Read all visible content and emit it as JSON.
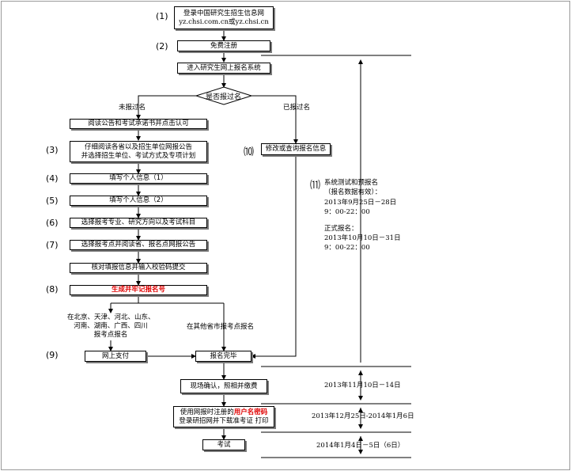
{
  "steps": {
    "n1": "(1)",
    "n2": "(2)",
    "n3": "(3)",
    "n4": "(4)",
    "n5": "(5)",
    "n6": "(6)",
    "n7": "(7)",
    "n8": "(8)",
    "n9": "(9)",
    "n10": "⑽",
    "n11": "⑾"
  },
  "nodes": {
    "login_line1": "登录中国研究生招生信息网",
    "login_line2": "yz.chsi.com.cn或yz.chsi.cn",
    "register": "免费注册",
    "enter_system": "进入研究生网上报名系统",
    "decision": "是否报过名",
    "branch_no": "未报过名",
    "branch_yes": "已报过名",
    "read_notice": "阅读公告和考试承诺书并点击认可",
    "read_detail_line1": "仔细阅读各省以及招生单位网报公告",
    "read_detail_line2": "并选择招生单位、考试方式及专项计划",
    "modify": "修改或查询报名信息",
    "fill1": "填写个人信息（1）",
    "fill2": "填写个人信息（2）",
    "choose_major": "选择报考专业、研究方向以及考试科目",
    "choose_site": "选择报考点并阅读省、报名点网报公告",
    "verify": "核对填报信息并输入校验码提交",
    "generate": "生成并牢记报名号",
    "region_line1": "在北京、天津、河北、山东、",
    "region_line2": "河南、湖南、广西、四川",
    "region_line3": "报考点报名",
    "other_region": "在其他省市报考点报名",
    "pay": "网上支付",
    "done": "报名完毕",
    "confirm": "现场确认，照相并缴费",
    "print_pre": "使用网报时注册的",
    "print_red": "用户名密码",
    "print_line2": "登录研招网并下载准考证 打印",
    "exam": "考试"
  },
  "schedule": {
    "title": "系统测试和预报名",
    "title_note": "（报名数据有效）：",
    "pre_date": "2013年9月25日－28日",
    "pre_time": "9：00-22：00",
    "formal_title": "正式报名：",
    "formal_date": "2013年10月10日－31日",
    "formal_time": "9：00-22：00",
    "confirm_date": "2013年11月10日－14日",
    "print_date": "2013年12月25日-2014年1月6日",
    "exam_date": "2014年1月4日－5日（6日）"
  }
}
